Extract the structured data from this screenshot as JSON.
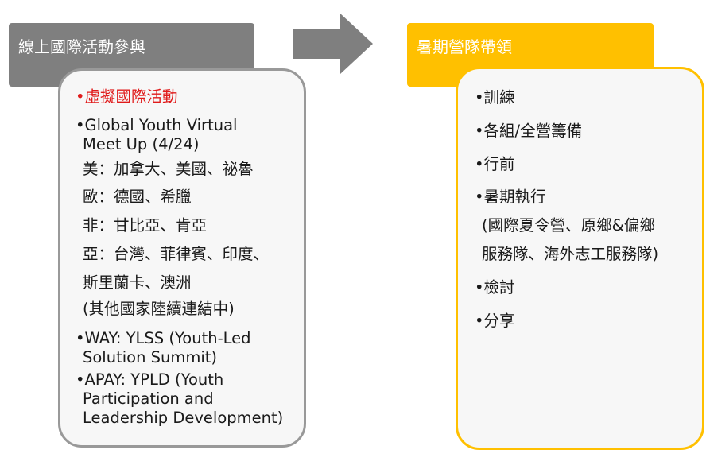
{
  "left": {
    "title": "線上國際活動參與",
    "items": {
      "i0": "•虛擬國際活動",
      "i1a": "•Global Youth Virtual",
      "i1b": "Meet Up (4/24)",
      "c1": "美：加拿大、美國、祕魯",
      "c2": "歐：德國、希臘",
      "c3": "非：甘比亞、肯亞",
      "c4a": "亞：台灣、菲律賓、印度、",
      "c4b": "斯里蘭卡、澳洲",
      "c5": "(其他國家陸續連結中)",
      "i2a": "•WAY: YLSS (Youth-Led",
      "i2b": "Solution Summit)",
      "i3a": "•APAY: YPLD (Youth",
      "i3b": "Participation and",
      "i3c": "Leadership Development)"
    }
  },
  "right": {
    "title": "暑期營隊帶領",
    "items": {
      "r1": "•訓練",
      "r2": "•各組/全營籌備",
      "r3": "•行前",
      "r4": "•暑期執行",
      "r4a": "(國際夏令營、原鄉&偏鄉",
      "r4b": "服務隊、海外志工服務隊)",
      "r5": "•檢討",
      "r6": "•分享"
    }
  },
  "colors": {
    "left_header": "#7f7f7f",
    "right_header": "#ffc000",
    "arrow": "#7f7f7f",
    "highlight": "#e01b1b"
  }
}
